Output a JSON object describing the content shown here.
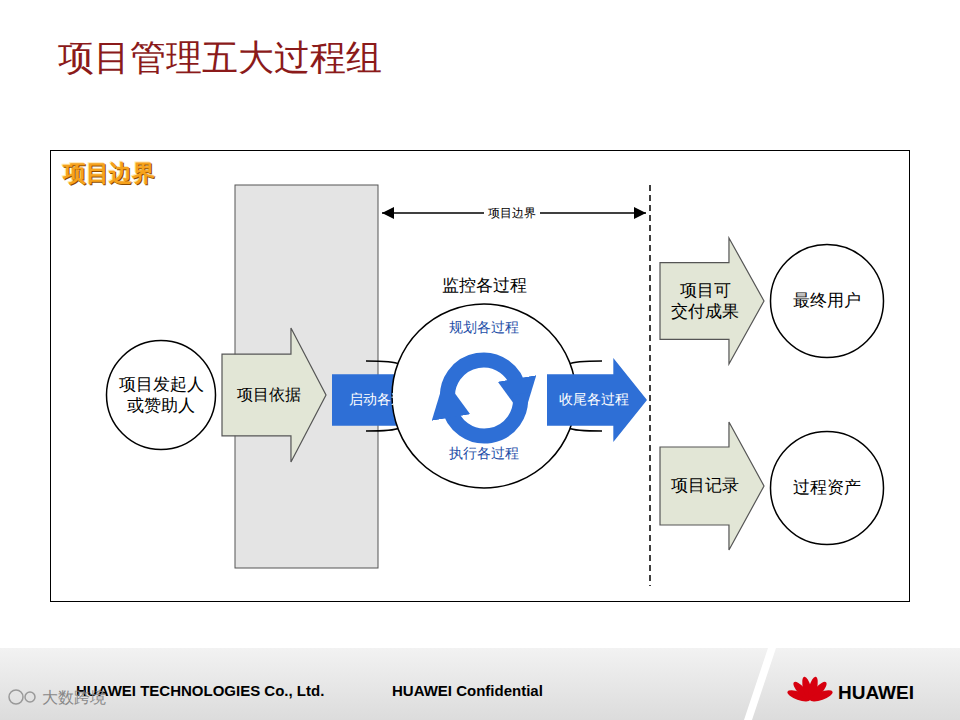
{
  "diagram": {
    "title": "项目管理五大过程组",
    "nodes": [
      {
        "text": [
          "项目边界"
        ]
      },
      {
        "text": [
          "项目发起人 或赞助人"
        ],
        "in": 0
      },
      {
        "text": [
          "项目依据"
        ],
        "in": 0
      },
      {
        "text": [
          "启动各过程"
        ],
        "in": 0
      },
      {
        "text": [
          "监控各过程",
          "规划各过程",
          "执行各过程"
        ],
        "in": 0
      },
      {
        "text": [
          "收尾各过程"
        ],
        "in": 0
      },
      {
        "text": [
          "项目可 交付成果"
        ],
        "in": 0
      },
      {
        "text": [
          "最终用户"
        ],
        "in": 0
      },
      {
        "text": [
          "项目记录"
        ],
        "in": 0
      },
      {
        "text": [
          "过程资产"
        ],
        "in": 0
      }
    ],
    "labels": [
      "项目边界",
      "HUAWEI TECHNOLOGIES Co., Ltd.",
      "HUAWEI Confidential",
      "HUAWEI",
      "大数跨境"
    ]
  }
}
